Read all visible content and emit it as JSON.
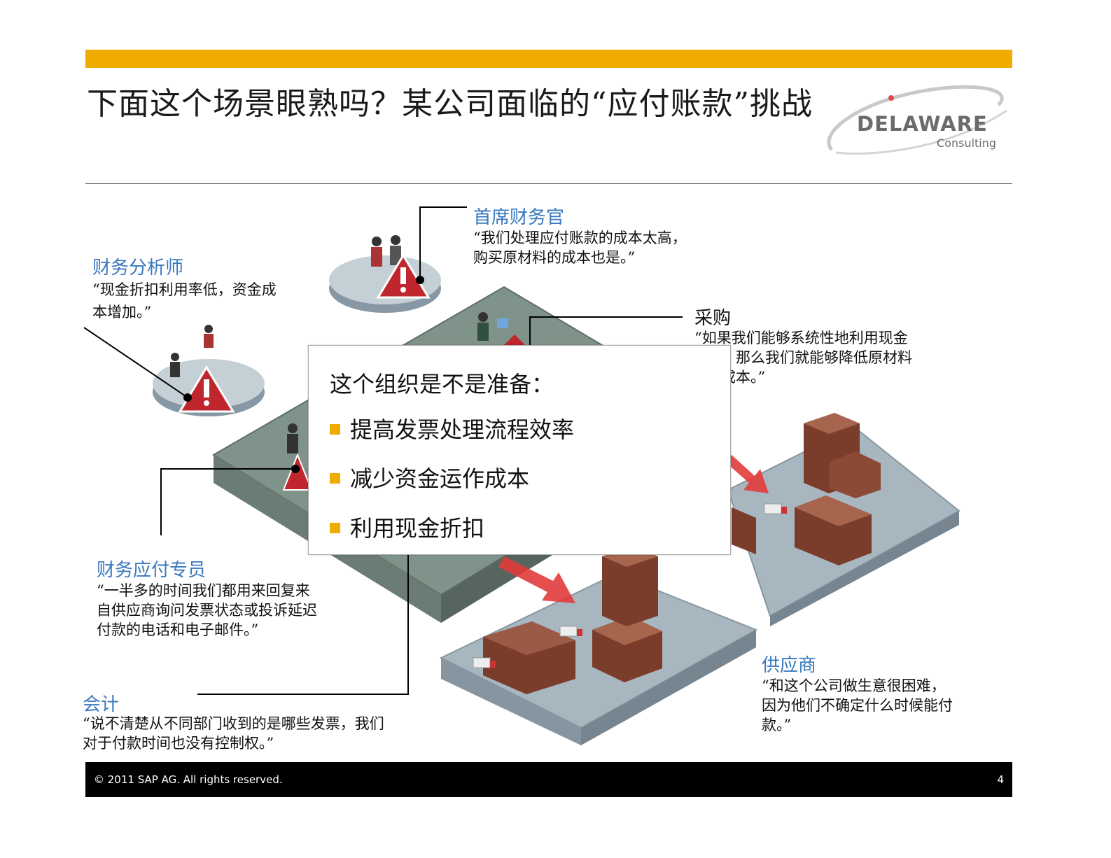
{
  "slide": {
    "title": "下面这个场景眼熟吗？某公司面临的“应付账款”挑战",
    "logo": {
      "word": "DELAWARE",
      "sub": "Consulting"
    }
  },
  "roles": {
    "cfo": {
      "title": "首席财务官",
      "quote_lines": [
        "“我们处理应付账款的成本太高，",
        "购买原材料的成本也是。”"
      ]
    },
    "analyst": {
      "title": "财务分析师",
      "quote_lines": [
        "“现金折扣利用率低，资金成",
        "本增加。”"
      ]
    },
    "procurement": {
      "title": "采购",
      "quote_lines": [
        "“如果我们能够系统性地利用现金",
        "，那么我们就能够降低原材料",
        "成本。”"
      ]
    },
    "ap_specialist": {
      "title": "财务应付专员",
      "quote_lines": [
        "“一半多的时间我们都用来回复来",
        "自供应商询问发票状态或投诉延迟",
        "付款的电话和电子邮件。”"
      ]
    },
    "accounting": {
      "title": "会计",
      "quote_lines": [
        "“说不清楚从不同部门收到的是哪些发票，我们",
        "对于付款时间也没有控制权。”"
      ]
    },
    "supplier": {
      "title": "供应商",
      "quote_lines": [
        "“和这个公司做生意很困难，",
        "因为他们不确定什么时候能付",
        "款。”"
      ]
    }
  },
  "callout": {
    "title": "这个组织是不是准备：",
    "bullets": [
      "提高发票处理流程效率",
      "减少资金运作成本",
      "利用现金折扣"
    ]
  },
  "colors": {
    "accent": "#F0AB00",
    "role_title": "#3a78c0",
    "warning": "#c0262d",
    "building": "#8c4a35"
  },
  "footer": {
    "copyright": "©  2011 SAP AG. All rights reserved.",
    "page": "4"
  }
}
